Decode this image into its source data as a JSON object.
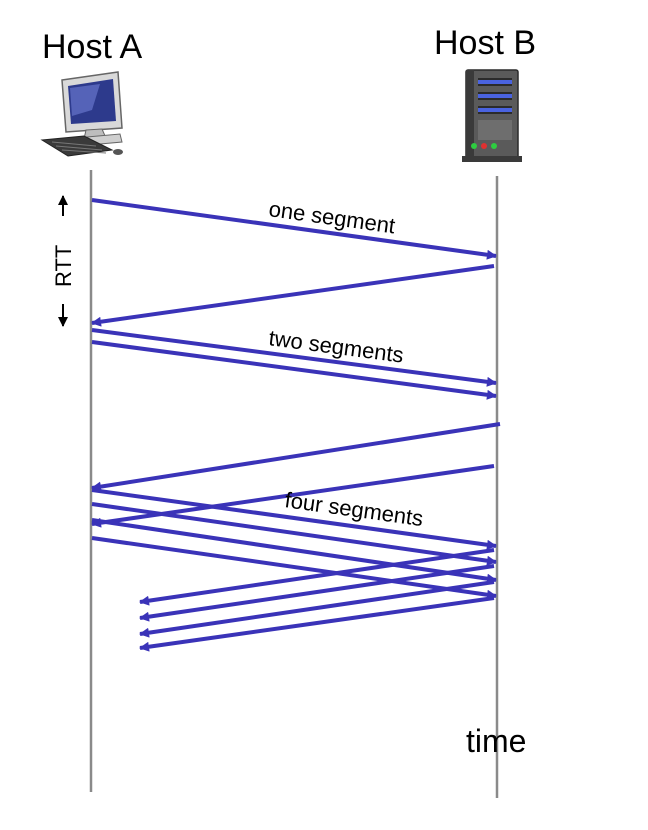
{
  "hosts": {
    "a_label": "Host A",
    "b_label": "Host B",
    "a_icon": "desktop-computer-icon",
    "b_icon": "server-tower-icon"
  },
  "rtt_label": "RTT",
  "segment_labels": {
    "one": "one segment",
    "two": "two segments",
    "four": "four segments"
  },
  "time_label": "time",
  "colors": {
    "arrow": "#3a33b8",
    "timeline": "#8a8a8a",
    "text": "#000000"
  }
}
